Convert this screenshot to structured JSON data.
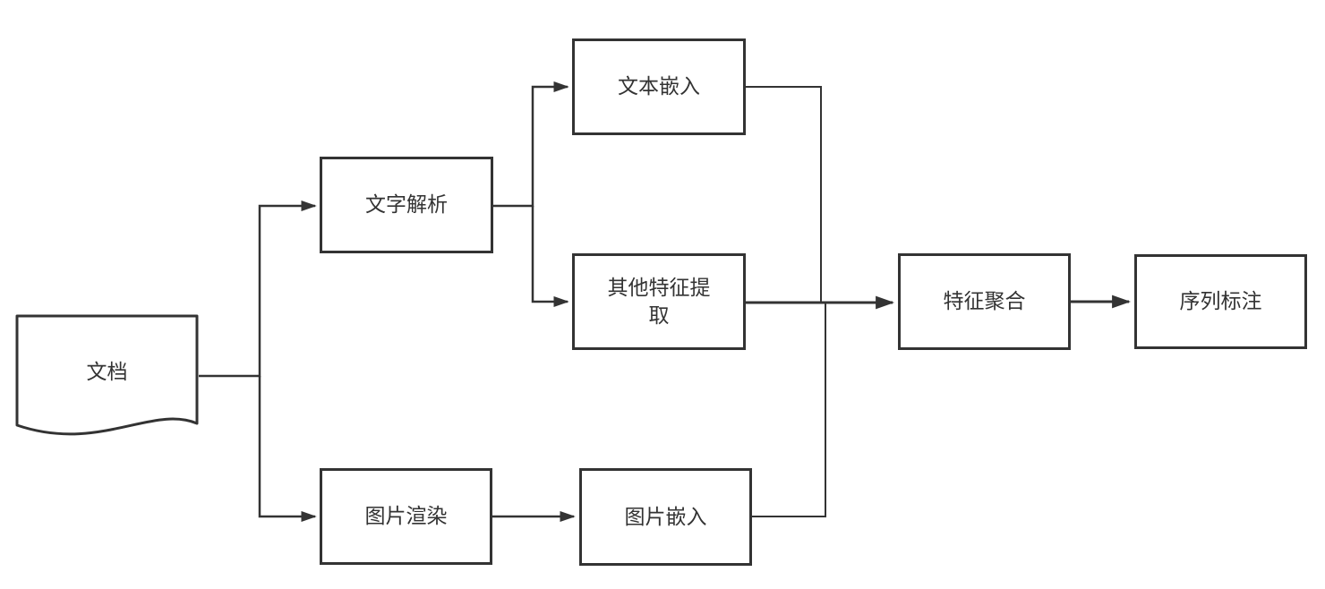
{
  "diagram": {
    "background_color": "#ffffff",
    "stroke_color": "#333333",
    "text_color": "#333333",
    "nodes": {
      "document": {
        "label": "文档",
        "shape": "document"
      },
      "text_parsing": {
        "label": "文字解析",
        "shape": "rectangle"
      },
      "text_embedding": {
        "label": "文本嵌入",
        "shape": "rectangle"
      },
      "other_feature_extraction": {
        "label": "其他特征提取",
        "shape": "rectangle"
      },
      "image_rendering": {
        "label": "图片渲染",
        "shape": "rectangle"
      },
      "image_embedding": {
        "label": "图片嵌入",
        "shape": "rectangle"
      },
      "feature_aggregation": {
        "label": "特征聚合",
        "shape": "rectangle"
      },
      "sequence_labeling": {
        "label": "序列标注",
        "shape": "rectangle"
      }
    },
    "edges": [
      {
        "from": "文档",
        "to": "文字解析"
      },
      {
        "from": "文档",
        "to": "图片渲染"
      },
      {
        "from": "文字解析",
        "to": "文本嵌入"
      },
      {
        "from": "文字解析",
        "to": "其他特征提取"
      },
      {
        "from": "文本嵌入",
        "to": "特征聚合"
      },
      {
        "from": "其他特征提取",
        "to": "特征聚合"
      },
      {
        "from": "图片渲染",
        "to": "图片嵌入"
      },
      {
        "from": "图片嵌入",
        "to": "特征聚合"
      },
      {
        "from": "特征聚合",
        "to": "序列标注"
      }
    ]
  }
}
